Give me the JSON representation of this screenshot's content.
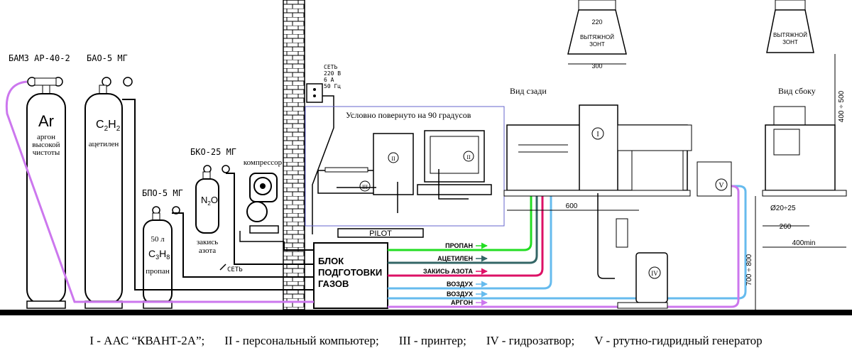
{
  "colors": {
    "argon": "#cc77ee",
    "propane": "#22dd22",
    "acetylene": "#336666",
    "nitrous": "#dd1166",
    "air": "#66bbee",
    "line": "#000000",
    "frame": "#6666cc"
  },
  "cylinders": {
    "argon": {
      "label": "БАМЗ АР-40-2",
      "symbol": "Ar",
      "desc1": "аргон",
      "desc2": "высокой",
      "desc3": "чистоты"
    },
    "acetylene": {
      "label": "БАО-5 МГ",
      "symbol": "C",
      "sub1": "2",
      "symbol2": "H",
      "sub2": "2",
      "desc": "ацетилен"
    },
    "propane": {
      "label": "БПО-5 МГ",
      "volume": "50 л",
      "symbol": "C",
      "sub1": "3",
      "symbol2": "H",
      "sub2": "8",
      "desc": "пропан"
    },
    "nitrous": {
      "label": "БКО-25 МГ",
      "symbol": "N",
      "sub1": "2",
      "symbol2": "O",
      "desc1": "закись",
      "desc2": "азота"
    }
  },
  "compressor": {
    "label": "компрессор",
    "mains": "СЕТЬ"
  },
  "mains_box": {
    "l1": "СЕТЬ",
    "l2": "220 В",
    "l3": "6 А",
    "l4": "50 Гц"
  },
  "rotated_note": "Условно повернуто на 90 градусов",
  "pilot": "PILOT",
  "gas_block": {
    "l1": "БЛОК",
    "l2": "ПОДГОТОВКИ",
    "l3": "ГАЗОВ"
  },
  "gas_lines": [
    {
      "name": "ПРОПАН",
      "key": "propane"
    },
    {
      "name": "АЦЕТИЛЕН",
      "key": "acetylene"
    },
    {
      "name": "ЗАКИСЬ АЗОТА",
      "key": "nitrous"
    },
    {
      "name": "ВОЗДУХ",
      "key": "air"
    },
    {
      "name": "ВОЗДУХ",
      "key": "air"
    },
    {
      "name": "АРГОН",
      "key": "argon"
    }
  ],
  "view_back": "Вид сзади",
  "view_side": "Вид сбоку",
  "hood": {
    "l1": "ВЫТЯЖНОЙ",
    "l2": "ЗОНТ",
    "top": "220",
    "bottom": "300"
  },
  "marks": {
    "m1": "I",
    "m2": "II",
    "m3": "III",
    "m4": "IV",
    "m5": "V"
  },
  "dims": {
    "d600": "600",
    "d260": "260",
    "d400min": "400min",
    "d20_25": "Ø20÷25",
    "d400_500": "400 ÷ 500",
    "d700_800": "700 ÷ 800"
  },
  "legend": [
    "I - ААС “КВАНТ-2А”;",
    "II - персональный компьютер;",
    "III - принтер;",
    "IV - гидрозатвор;",
    "V - ртутно-гидридный генератор"
  ]
}
